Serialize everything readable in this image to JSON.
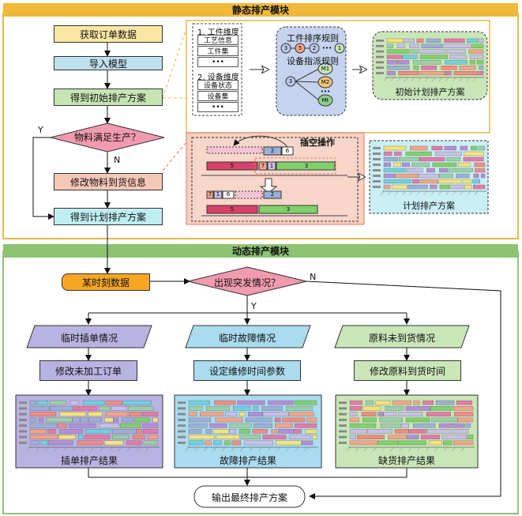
{
  "static": {
    "title": "静态排产模块",
    "steps": {
      "get_orders": "获取订单数据",
      "import_model": "导入模型",
      "initial_plan": "得到初始排产方案",
      "material_check": "物料满足生产？",
      "modify_material": "修改物料到货信息",
      "plan": "得到计划排产方案"
    },
    "yes": "Y",
    "no": "N",
    "dims": {
      "job_dim": "1. 工件维度",
      "process_info": "工艺信息",
      "job_set": "工件集",
      "dots1": "•••",
      "machine_dim": "2. 设备维度",
      "machine_state": "设备状态",
      "machine_set": "设备集",
      "dots2": "•••"
    },
    "rules": {
      "job_rule": "工件排序规则",
      "machine_rule": "设备指派规则",
      "seq": [
        "3",
        "5",
        "2",
        "1"
      ],
      "machines": [
        "M1",
        "M2",
        "Mt"
      ],
      "node3": "3",
      "dots": "•••"
    },
    "initial_gantt_caption": "初始计划排产方案",
    "insert": {
      "title": "插空操作",
      "labels_top": [
        "2",
        "6",
        "5",
        "7",
        "1",
        "3"
      ],
      "labels_bottom": [
        "7",
        "1",
        "6",
        "2",
        "5",
        "3"
      ]
    },
    "plan_gantt_caption": "计划排产方案"
  },
  "dynamic": {
    "title": "动态排产模块",
    "data_at_time": "某时刻数据",
    "emergency": "出现突发情况？",
    "yes": "Y",
    "no": "N",
    "cases": [
      {
        "situation": "临时插单情况",
        "action": "修改未加工订单",
        "result": "插单排产结果"
      },
      {
        "situation": "临时故障情况",
        "action": "设定维修时间参数",
        "result": "故障排产结果"
      },
      {
        "situation": "原料未到货情况",
        "action": "修改原料到货时间",
        "result": "缺货排产结果"
      }
    ],
    "output": "输出最终排产方案"
  },
  "colors": {
    "static_border": "#e8b94a",
    "static_title_bg": "#f0b93a",
    "dynamic_border": "#8ec374",
    "dynamic_title_bg": "#8ec374",
    "yellow_box": "#fbe7a4",
    "blue_box": "#bfe0ee",
    "green_box": "#c6e4b4",
    "pink_diamond": "#f29ab0",
    "salmon_box": "#f7c8b8",
    "cyan_box": "#bfeef2",
    "orange_data": "#f5a623",
    "purple": "#b8b3e0",
    "light_blue": "#aadbef",
    "light_green": "#c8e6b8"
  }
}
